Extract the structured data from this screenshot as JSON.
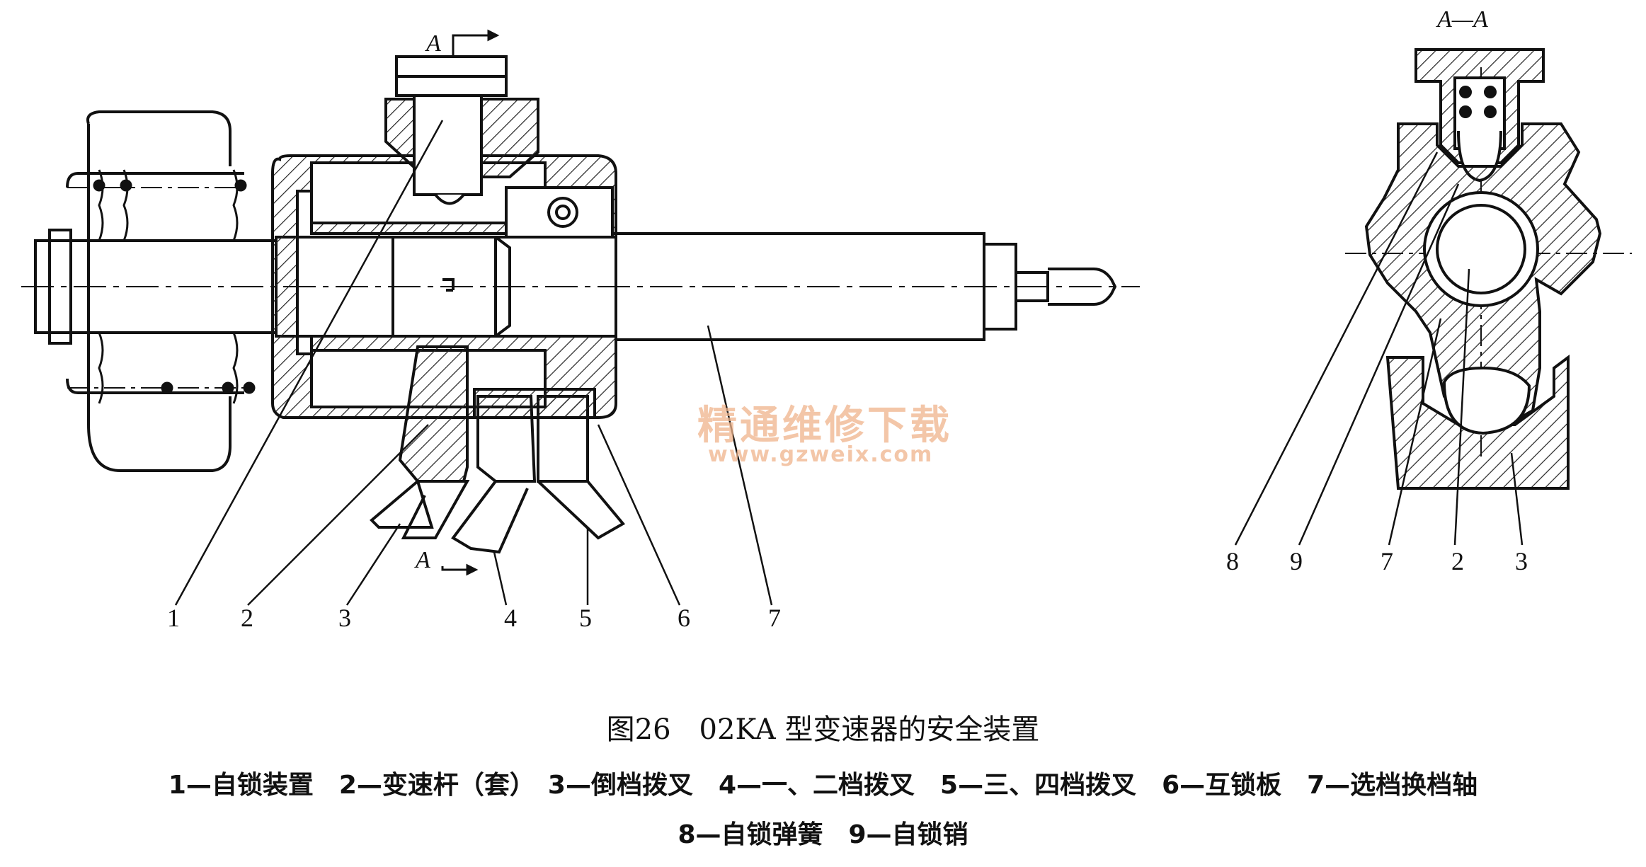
{
  "section_marks": {
    "top": "A",
    "bottom": "A",
    "section_title": "A—A"
  },
  "watermark": {
    "name": "精通维修下载",
    "url": "www.gzweix.com"
  },
  "left_view_labels": [
    "1",
    "2",
    "3",
    "4",
    "5",
    "6",
    "7"
  ],
  "right_view_labels": [
    "8",
    "9",
    "7",
    "2",
    "3"
  ],
  "caption": {
    "title": "图26　02KA 型变速器的安全装置",
    "legend_line1": "1—自锁装置　2—变速杆（套）　3—倒档拨叉　4—一、二档拨叉　5—三、四档拨叉　6—互锁板　7—选档换档轴",
    "legend_line2": "8—自锁弹簧　9—自锁销"
  }
}
